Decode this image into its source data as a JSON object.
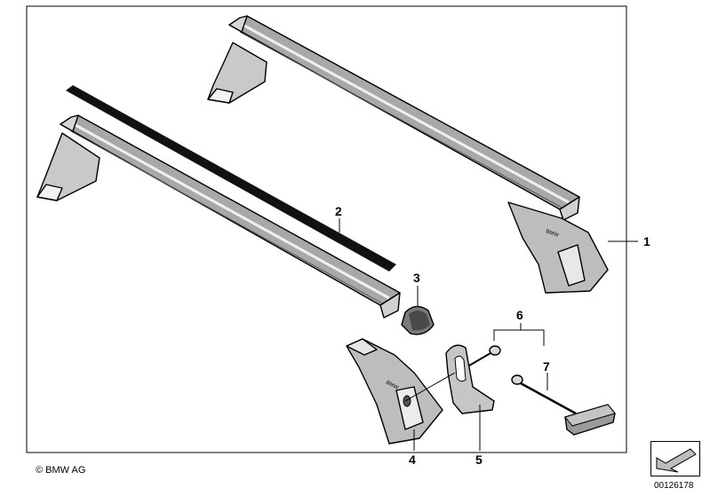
{
  "callouts": {
    "c1": "1",
    "c2": "2",
    "c3": "3",
    "c4": "4",
    "c5": "5",
    "c6": "6",
    "c7": "7"
  },
  "footer": {
    "copyright": "© BMW AG",
    "reference_number": "00126178"
  },
  "colors": {
    "line": "#000000",
    "part_fill": "#bdbdbd",
    "part_shade": "#8f8f8f",
    "part_light": "#e6e6e6",
    "strip": "#111111"
  },
  "icons": {
    "corner": "arrow-icon"
  }
}
